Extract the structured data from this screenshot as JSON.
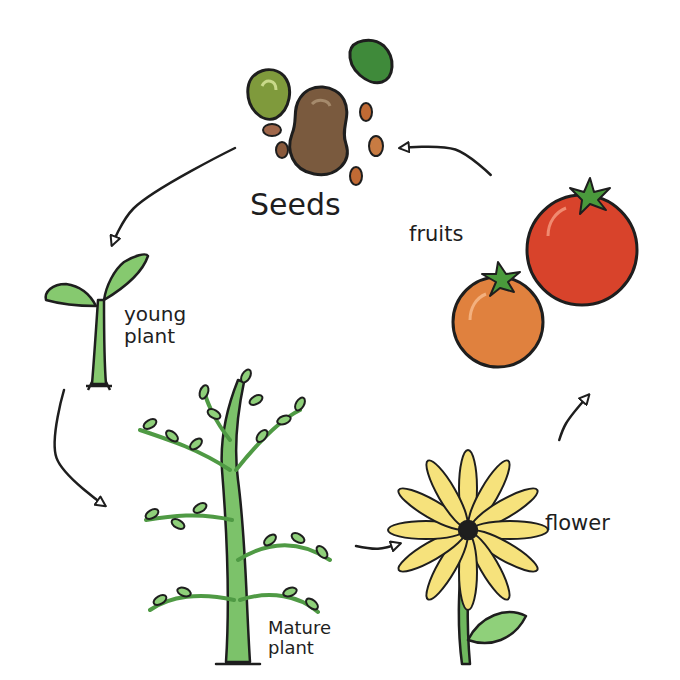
{
  "diagram": {
    "nodes": [
      {
        "text": [
          "Seeds"
        ]
      },
      {
        "text": [
          "young plant"
        ]
      },
      {
        "text": [
          "Mature plant"
        ]
      },
      {
        "text": [
          "flower"
        ]
      },
      {
        "text": [
          "fruits"
        ]
      }
    ],
    "edges": [
      {
        "from": 0,
        "to": 1,
        "arrow": "to"
      },
      {
        "from": 1,
        "to": 2,
        "arrow": "to"
      },
      {
        "from": 2,
        "to": 3,
        "arrow": "to"
      },
      {
        "from": 3,
        "to": 4,
        "arrow": "to"
      },
      {
        "from": 4,
        "to": 0,
        "arrow": "to"
      }
    ]
  }
}
